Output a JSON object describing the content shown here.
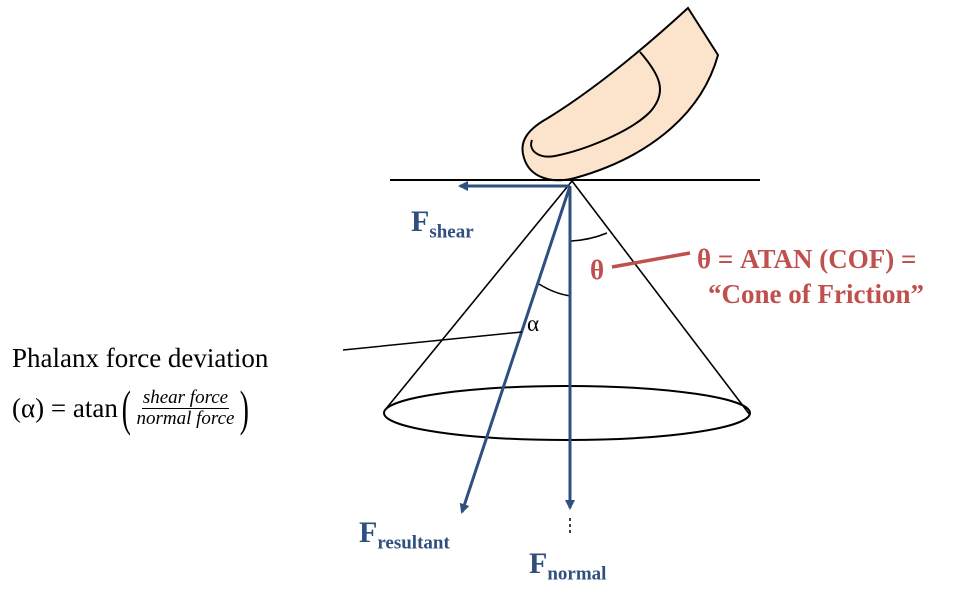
{
  "labels": {
    "f_shear": {
      "main": "F",
      "sub": "shear"
    },
    "f_resultant": {
      "main": "F",
      "sub": "resultant"
    },
    "f_normal": {
      "main": "F",
      "sub": "normal"
    },
    "theta_symbol": "θ",
    "alpha_symbol": "α",
    "theta_definition_line1": "θ = ATAN (COF) =",
    "theta_definition_line2": "“Cone of Friction”",
    "phalanx_line1": "Phalanx force deviation",
    "phalanx_formula": {
      "prefix": "(α) = atan",
      "open_paren": "(",
      "numerator": "shear force",
      "denominator": "normal force",
      "close_paren": ")"
    }
  },
  "colors": {
    "force_arrow": "#2f4f7f",
    "theta_annotation": "#c0504d",
    "finger_fill": "#fbe3cc",
    "outline": "#000000"
  }
}
